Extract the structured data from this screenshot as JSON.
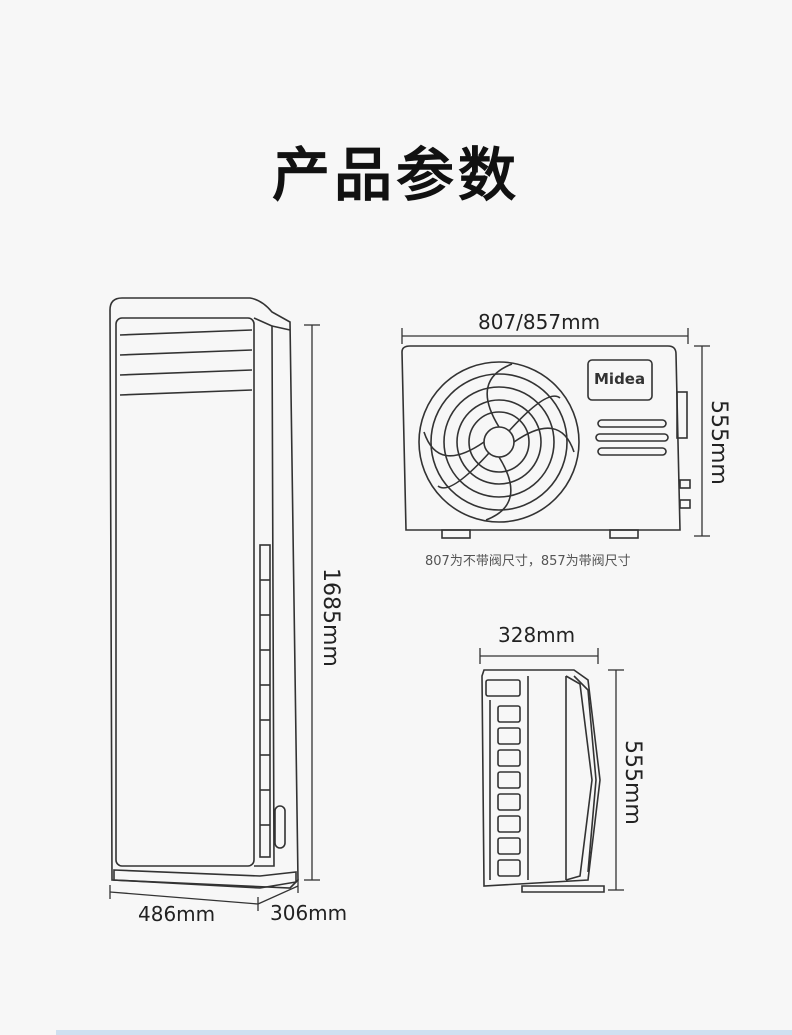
{
  "title": "产品参数",
  "indoor_unit": {
    "height": "1685mm",
    "width": "486mm",
    "depth": "306mm"
  },
  "outdoor_unit": {
    "width": "807/857mm",
    "height_front": "555mm",
    "brand": "Midea",
    "note": "807为不带阀尺寸，857为带阀尺寸",
    "depth": "328mm",
    "height_side": "555mm"
  }
}
